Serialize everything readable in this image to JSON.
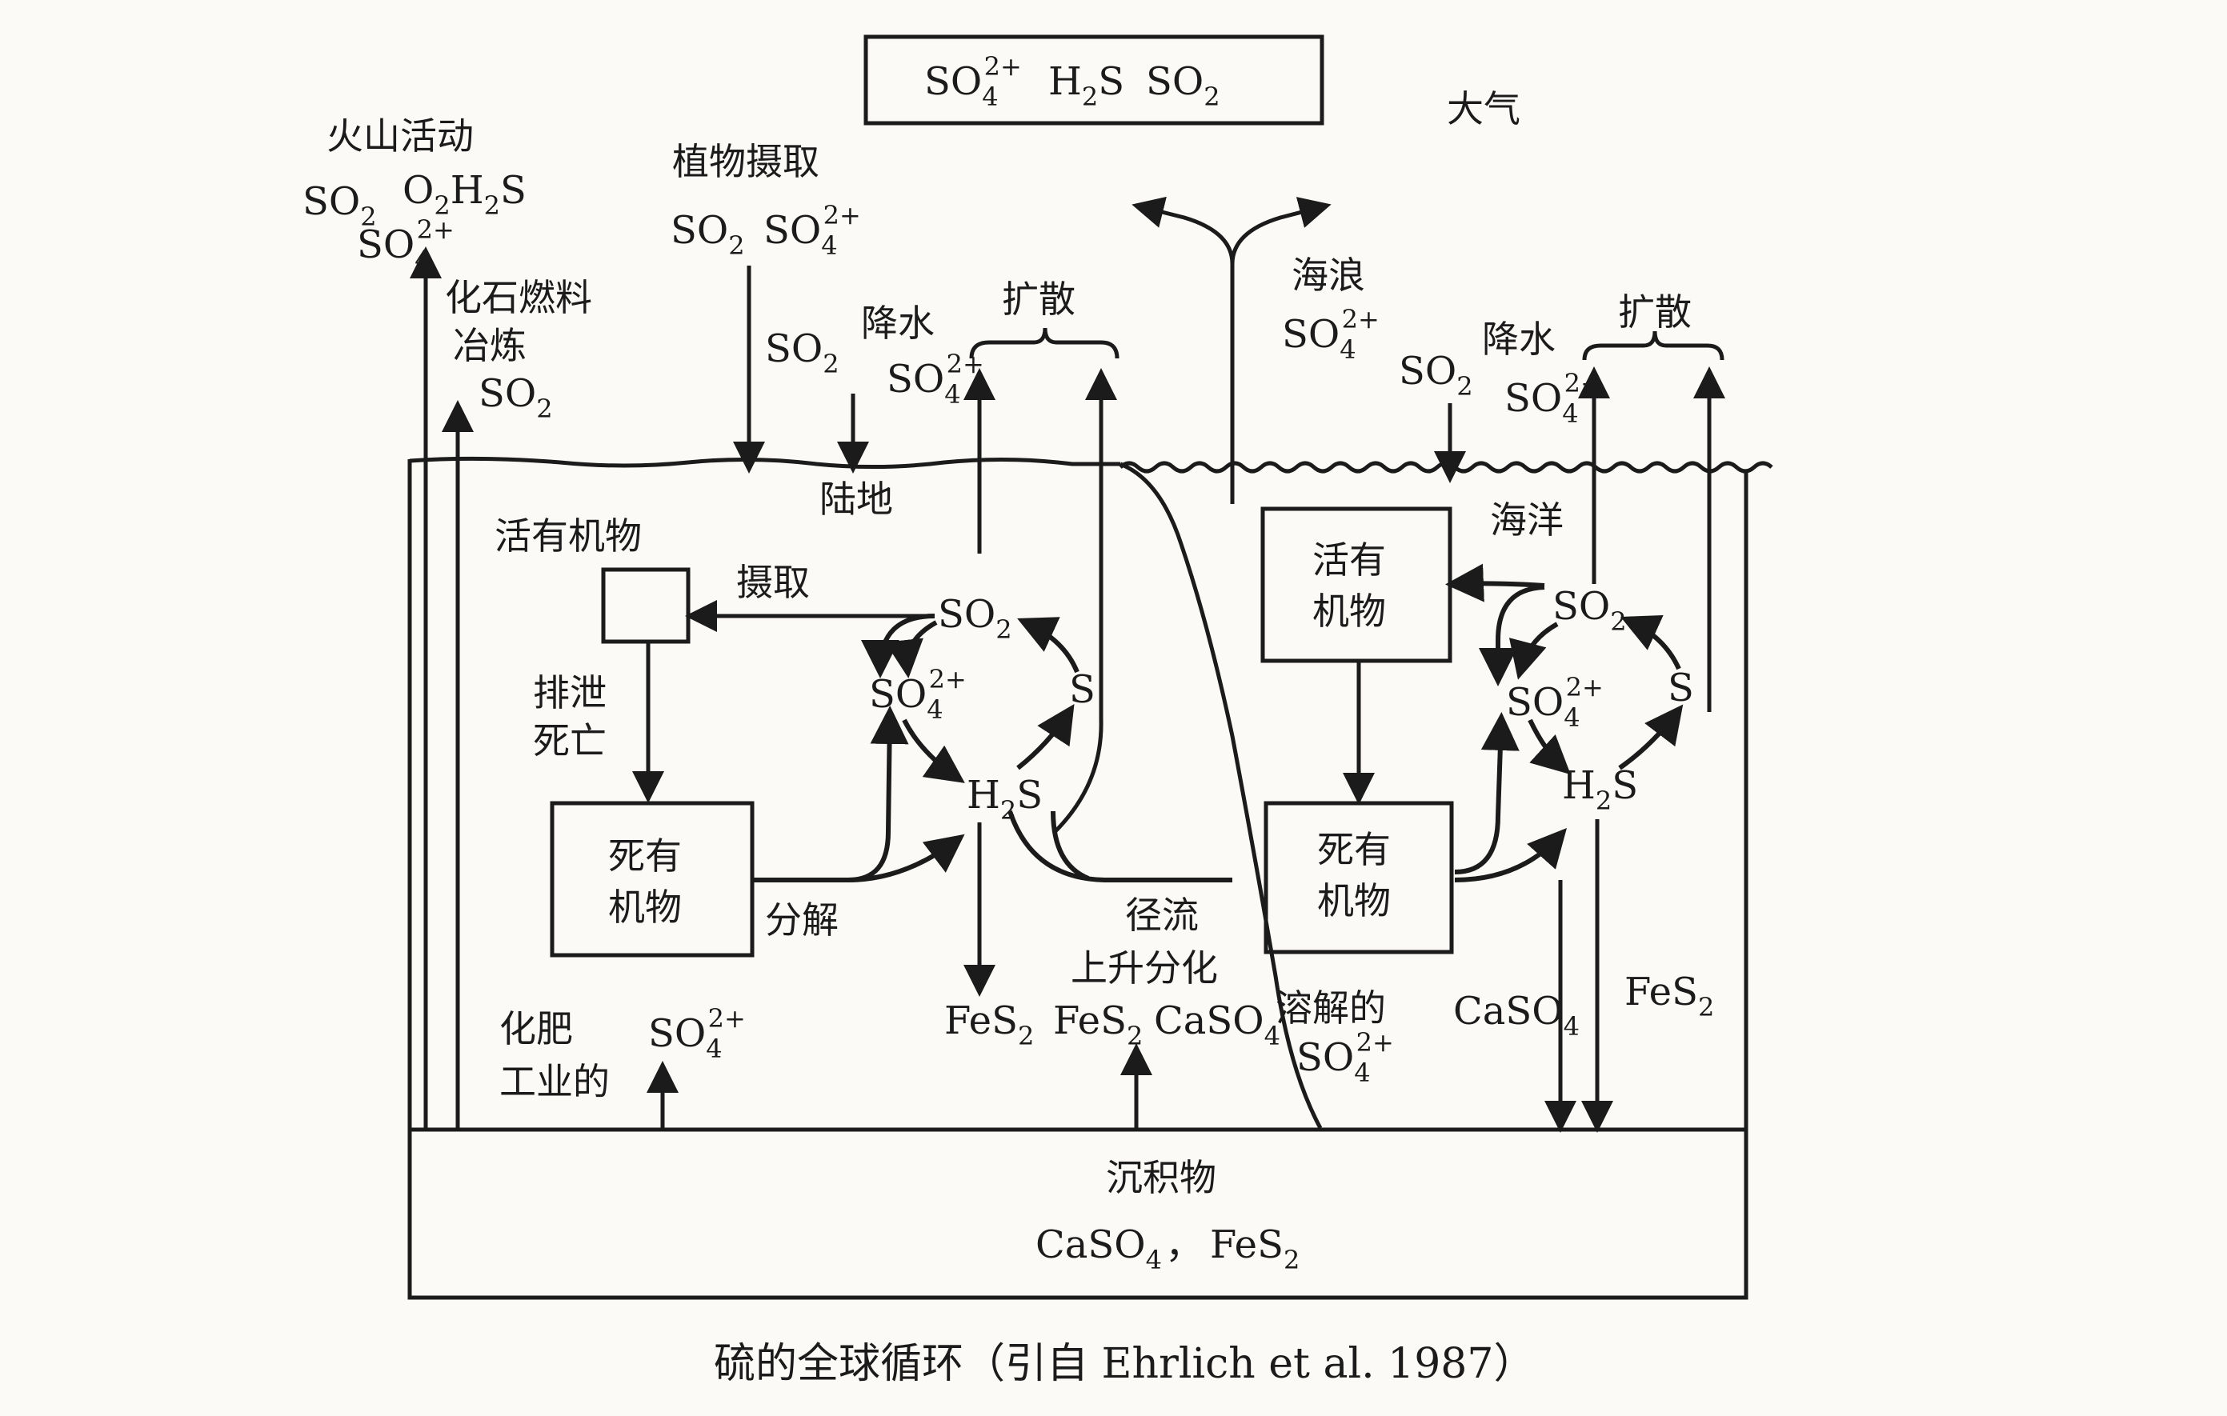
{
  "atmosphere_box": {
    "so4": "SO",
    "so4_sub": "4",
    "so4_sup": "2+",
    "h2s_h": "H",
    "h2s_sub": "2",
    "h2s_s": "S",
    "so2": "SO",
    "so2_sub": "2"
  },
  "labels": {
    "atmosphere": "大气",
    "volcano": "火山活动",
    "fossil_fuel": "化石燃料",
    "smelting": "冶炼",
    "plant_uptake": "植物摄取",
    "precipitation_left": "降水",
    "diffusion_left": "扩散",
    "waves": "海浪",
    "precipitation_right": "降水",
    "diffusion_right": "扩散",
    "land": "陆地",
    "ocean": "海洋",
    "living_organic_left": "活有机物",
    "uptake": "摄取",
    "excretion": "排泄",
    "death": "死亡",
    "dead_organic_left_1": "死有",
    "dead_organic_left_2": "机物",
    "decomposition": "分解",
    "runoff": "径流",
    "upwelling": "上升分化",
    "dissolved": "溶解的",
    "living_organic_right_1": "活有",
    "living_organic_right_2": "机物",
    "dead_organic_right_1": "死有",
    "dead_organic_right_2": "机物",
    "fertilizer": "化肥",
    "industrial": "工业的",
    "sediment": "沉积物"
  },
  "chem": {
    "so": "SO",
    "so4_sub": "4",
    "so2_sub": "2",
    "sup_2plus": "2+",
    "o2h2s_o": "O",
    "o2h2s_sub1": "2",
    "o2h2s_h": "H",
    "o2h2s_sub2": "2",
    "o2h2s_s": "S",
    "h": "H",
    "h2s_sub": "2",
    "s": "S",
    "fes": "FeS",
    "fes2_sub": "2",
    "caso": "CaSO",
    "caso4_sub": "4",
    "comma": "，"
  },
  "caption": "硫的全球循环（引自 Ehrlich et al.  1987）"
}
